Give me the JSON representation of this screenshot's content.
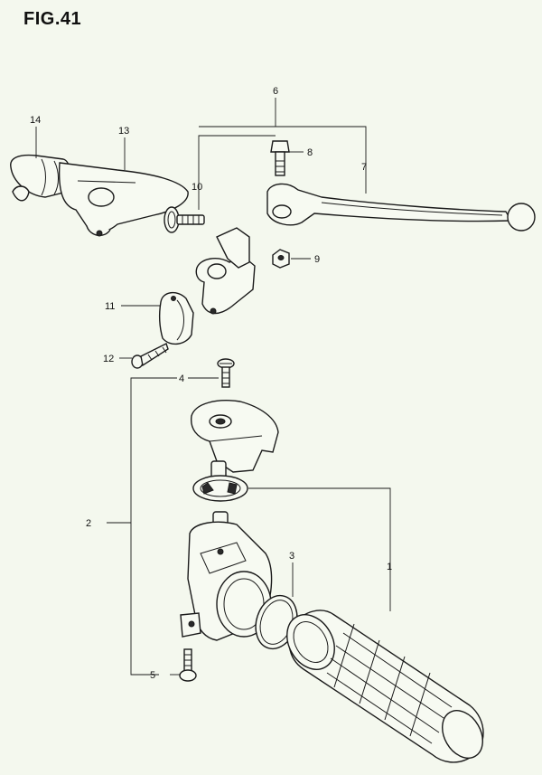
{
  "figure": {
    "title": "FIG.41"
  },
  "callouts": {
    "c1": "1",
    "c2": "2",
    "c3": "3",
    "c4": "4",
    "c5": "5",
    "c6": "6",
    "c7": "7",
    "c8": "8",
    "c9": "9",
    "c10": "10",
    "c11": "11",
    "c12": "12",
    "c13": "13",
    "c14": "14"
  }
}
